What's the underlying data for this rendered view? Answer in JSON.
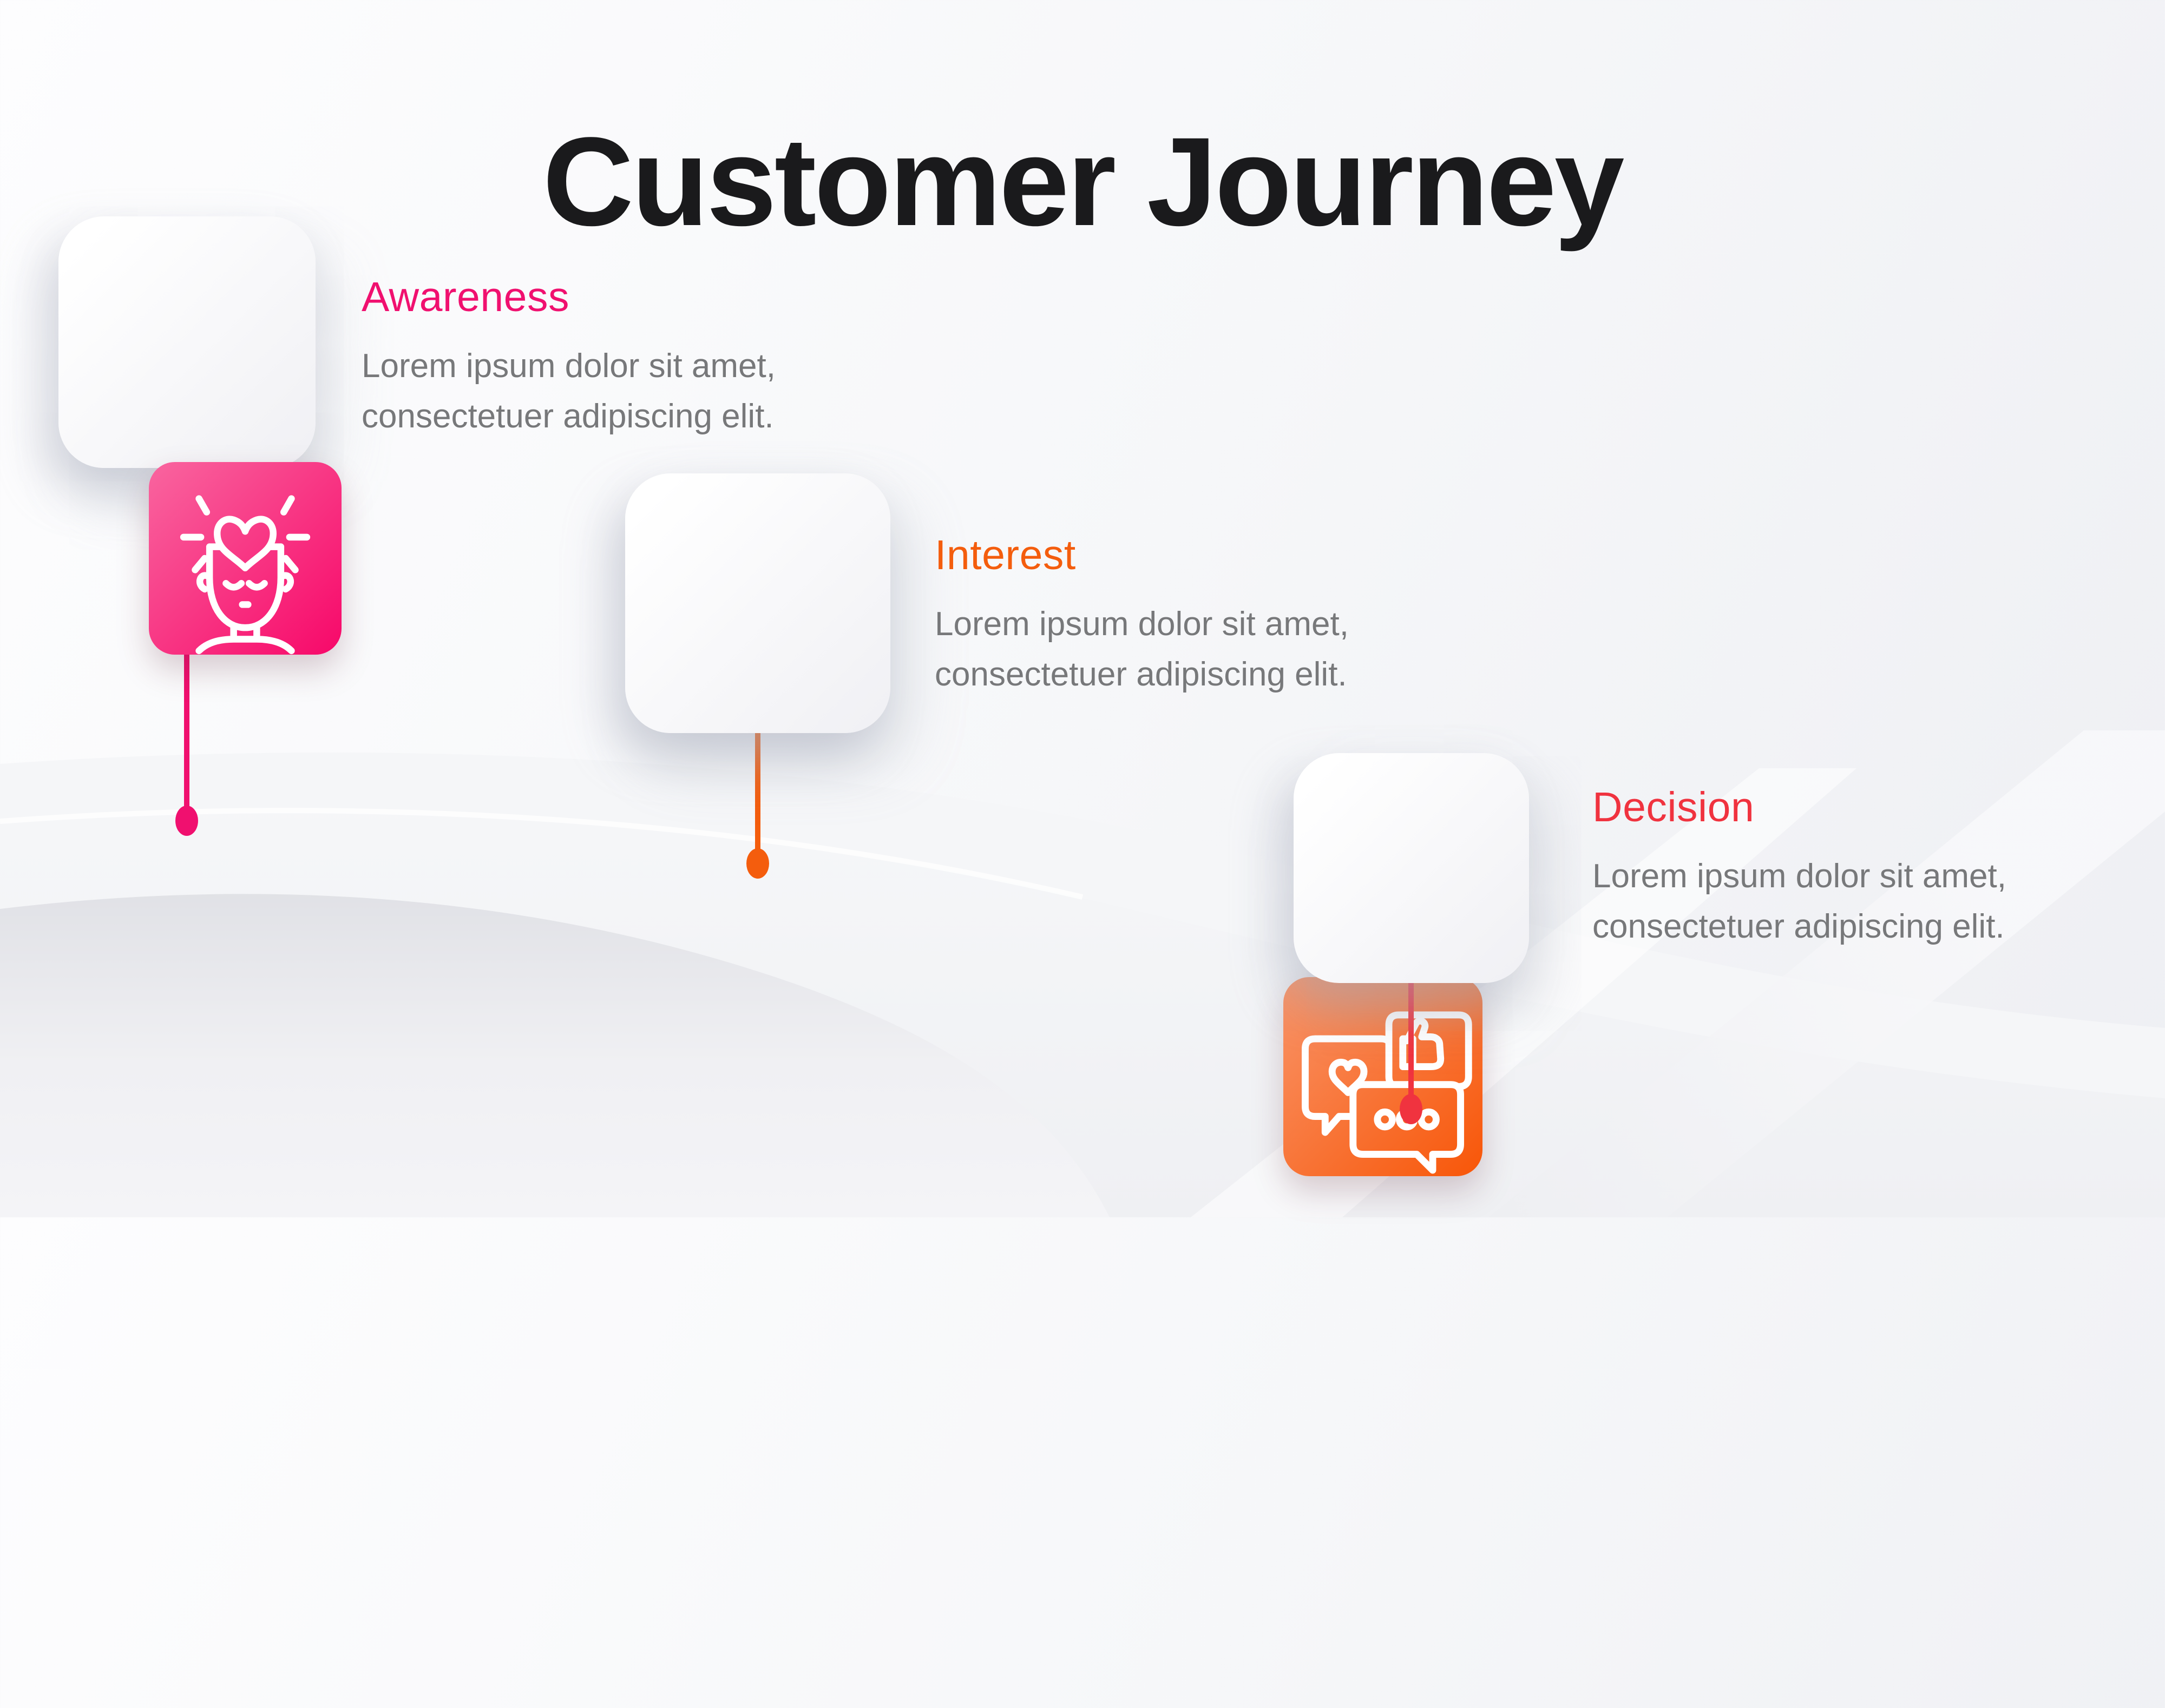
{
  "page": {
    "title": "Customer Journey",
    "background_color": "#F5F6F8",
    "title_color": "#1A1A1C",
    "body_text_color": "#77787A"
  },
  "stages": [
    {
      "title": "Awareness",
      "description": "Lorem ipsum dolor sit amet, consectetuer adipiscing elit.",
      "accent": "#F0106F",
      "gradient_start": "#F9659F",
      "gradient_end": "#F70869",
      "icon": "mind-heart-icon"
    },
    {
      "title": "Interest",
      "description": "Lorem ipsum dolor sit amet, consectetuer adipiscing elit.",
      "accent": "#F45D0D",
      "gradient_start": "#F99468",
      "gradient_end": "#F85608",
      "icon": "chat-reactions-icon"
    },
    {
      "title": "Decision",
      "description": "Lorem ipsum dolor sit amet, consectetuer adipiscing elit.",
      "accent": "#F0333F",
      "gradient_start": "#FB7A81",
      "gradient_end": "#F92437",
      "icon": "crossroads-question-icon"
    }
  ]
}
